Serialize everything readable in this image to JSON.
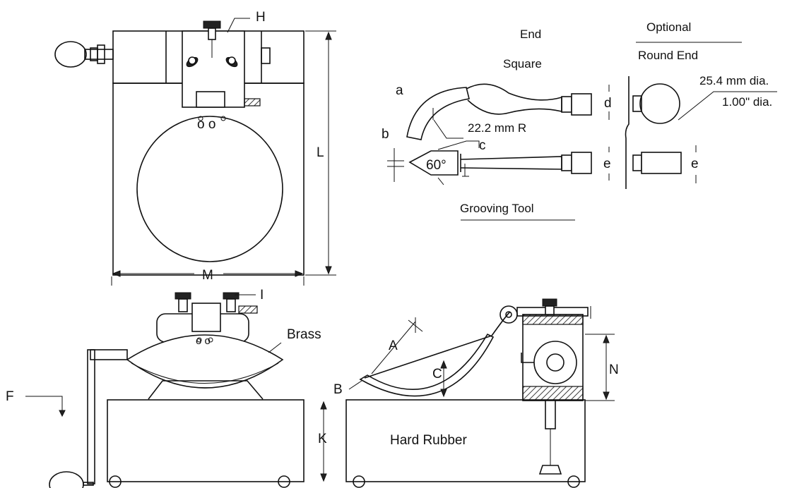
{
  "labels": {
    "H": "H",
    "L": "L",
    "M": "M",
    "I": "I",
    "F": "F",
    "K": "K",
    "N": "N",
    "A": "A",
    "B": "B",
    "C": "C",
    "a": "a",
    "b": "b",
    "c": "c",
    "d": "d",
    "e1": "e",
    "e2": "e",
    "brass": "Brass",
    "hard_rubber": "Hard Rubber",
    "end": "End",
    "square": "Square",
    "optional": "Optional",
    "round_end": "Round End",
    "dia_mm": "25.4 mm dia.",
    "dia_in": "1.00\" dia.",
    "radius": "22.2 mm R",
    "angle": "60°",
    "grooving_tool": "Grooving Tool",
    "zero_a": "o o",
    "zero_b": "o o"
  }
}
